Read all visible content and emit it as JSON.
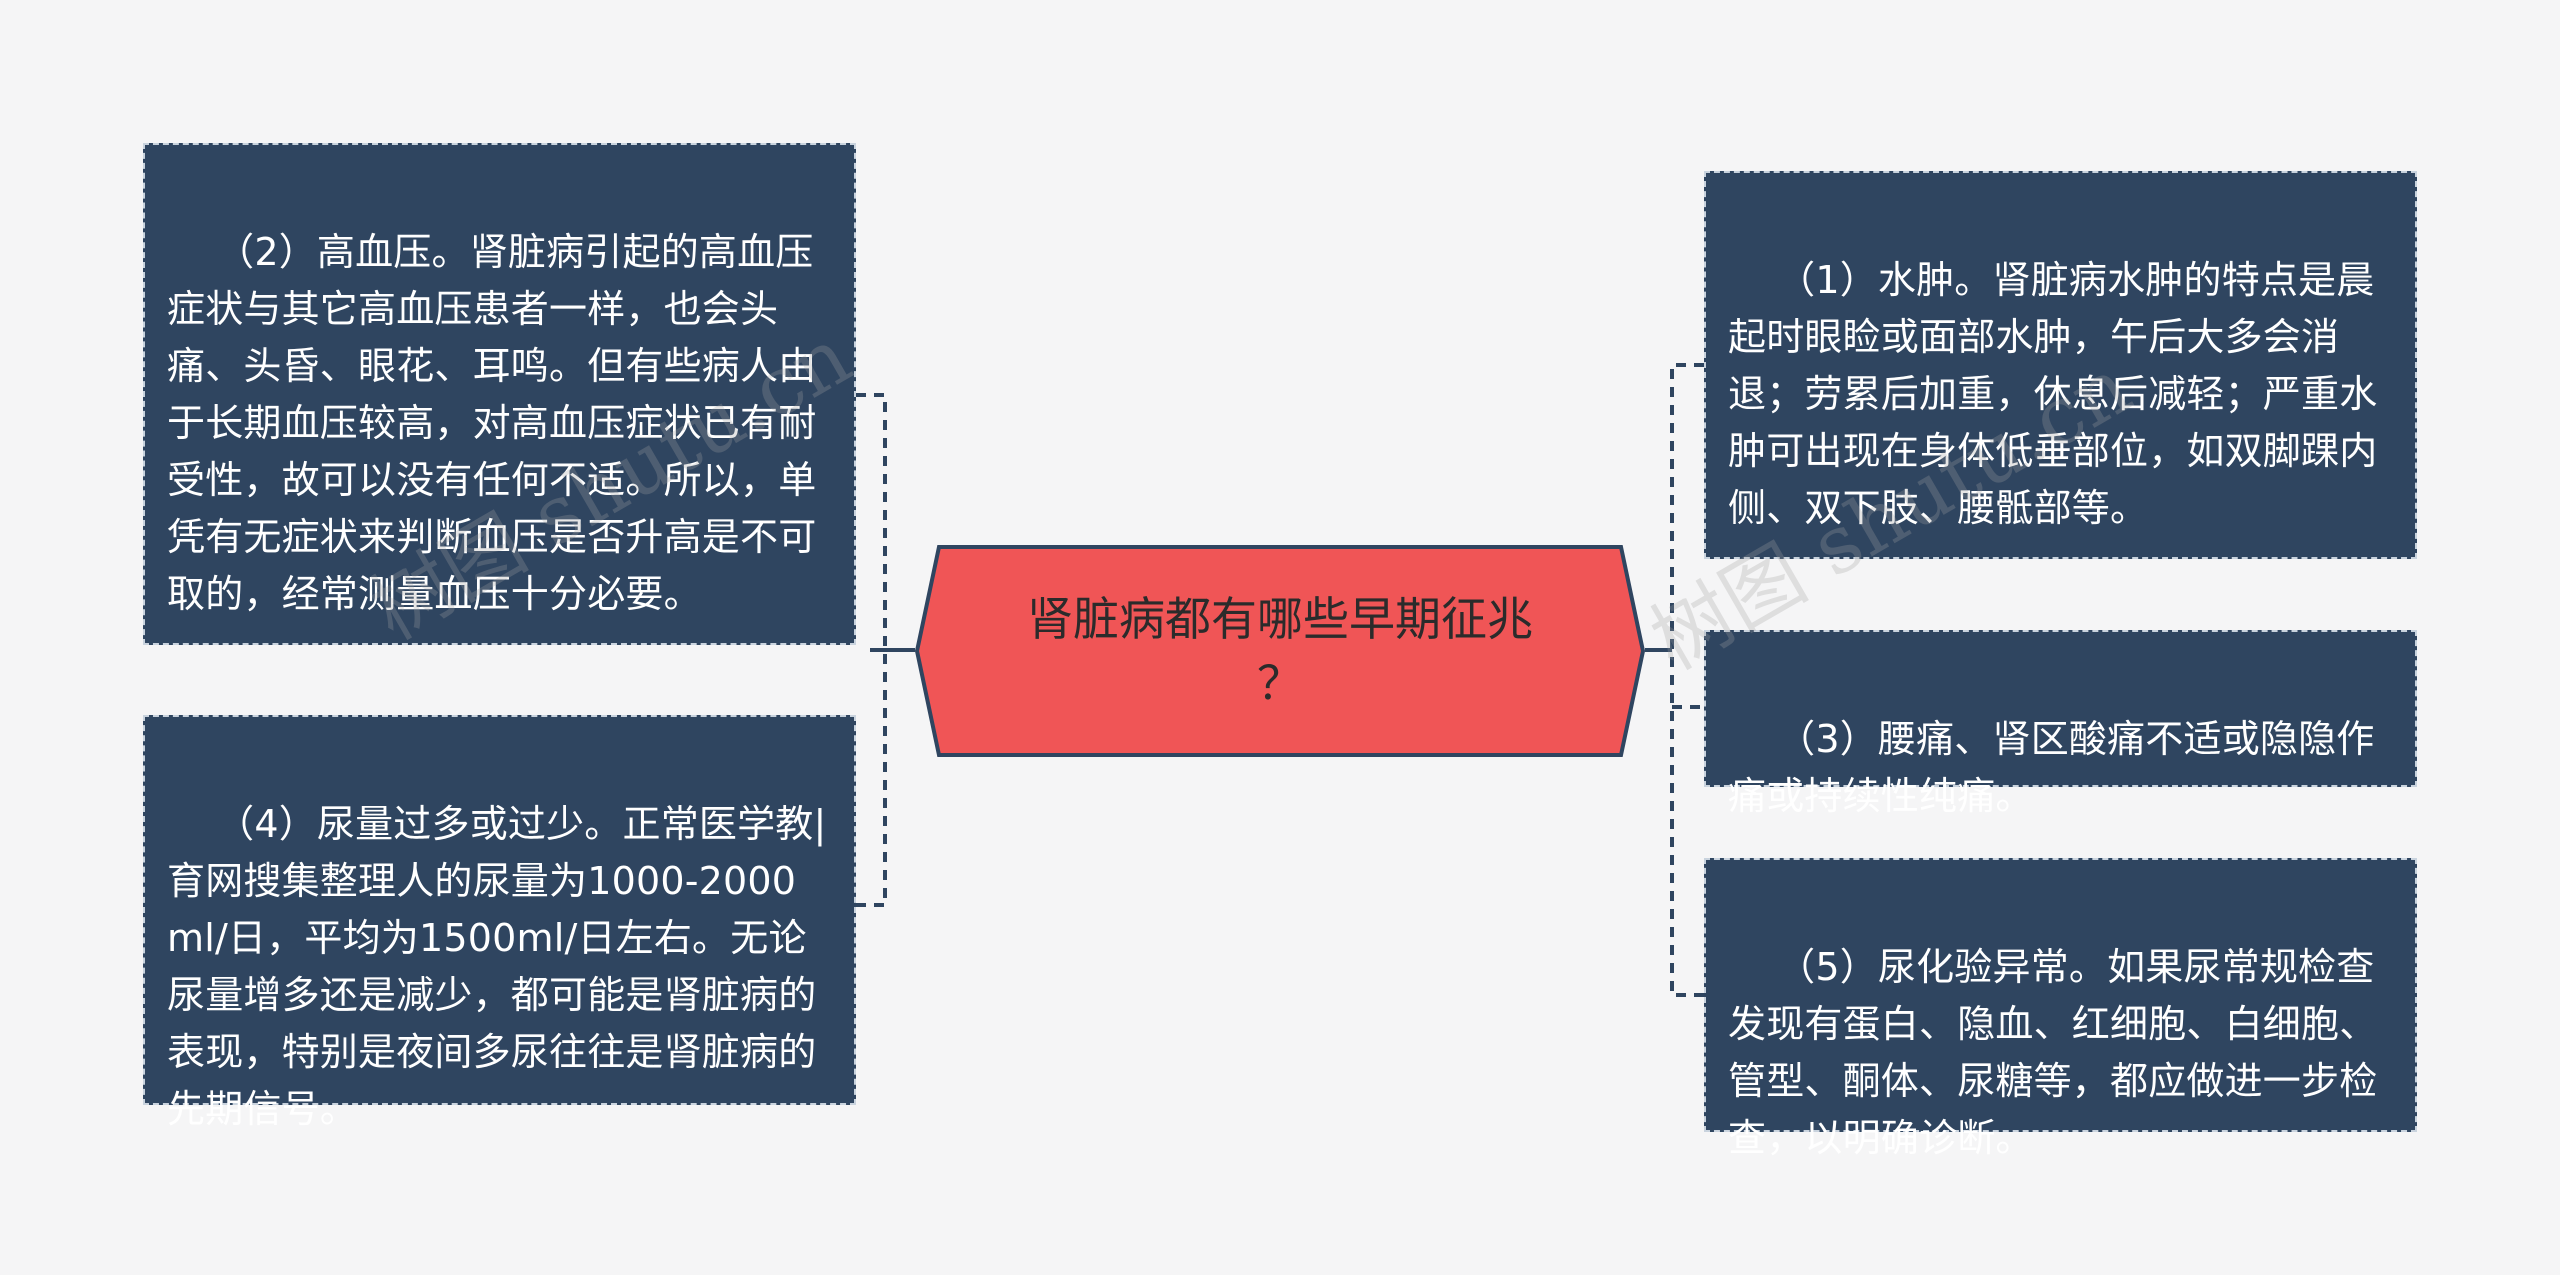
{
  "center": {
    "title": "肾脏病都有哪些早期征兆\n？"
  },
  "nodes": {
    "n2": "（2）高血压。肾脏病引起的高血压症状与其它高血压患者一样，也会头痛、头昏、眼花、耳鸣。但有些病人由于长期血压较高，对高血压症状已有耐受性，故可以没有任何不适。所以，单凭有无症状来判断血压是否升高是不可取的，经常测量血压十分必要。",
    "n4": "（4）尿量过多或过少。正常医学教|育网搜集整理人的尿量为1000-2000ml/日，平均为1500ml/日左右。无论尿量增多还是减少，都可能是肾脏病的表现，特别是夜间多尿往往是肾脏病的先期信号。",
    "n1": "（1）水肿。肾脏病水肿的特点是晨起时眼睑或面部水肿，午后大多会消退；劳累后加重，休息后减轻；严重水肿可出现在身体低垂部位，如双脚踝内侧、双下肢、腰骶部等。",
    "n3": "（3）腰痛、肾区酸痛不适或隐隐作痛或持续性纯痛。",
    "n5": "（5）尿化验异常。如果尿常规检查发现有蛋白、隐血、红细胞、白细胞、管型、酮体、尿糖等，都应做进一步检查，以明确诊断。"
  },
  "colors": {
    "background": "#f5f5f6",
    "node_fill": "#2f4560",
    "node_border": "#c9d3de",
    "center_fill": "#f05556",
    "center_border": "#2f4560",
    "connector": "#2f4560"
  }
}
